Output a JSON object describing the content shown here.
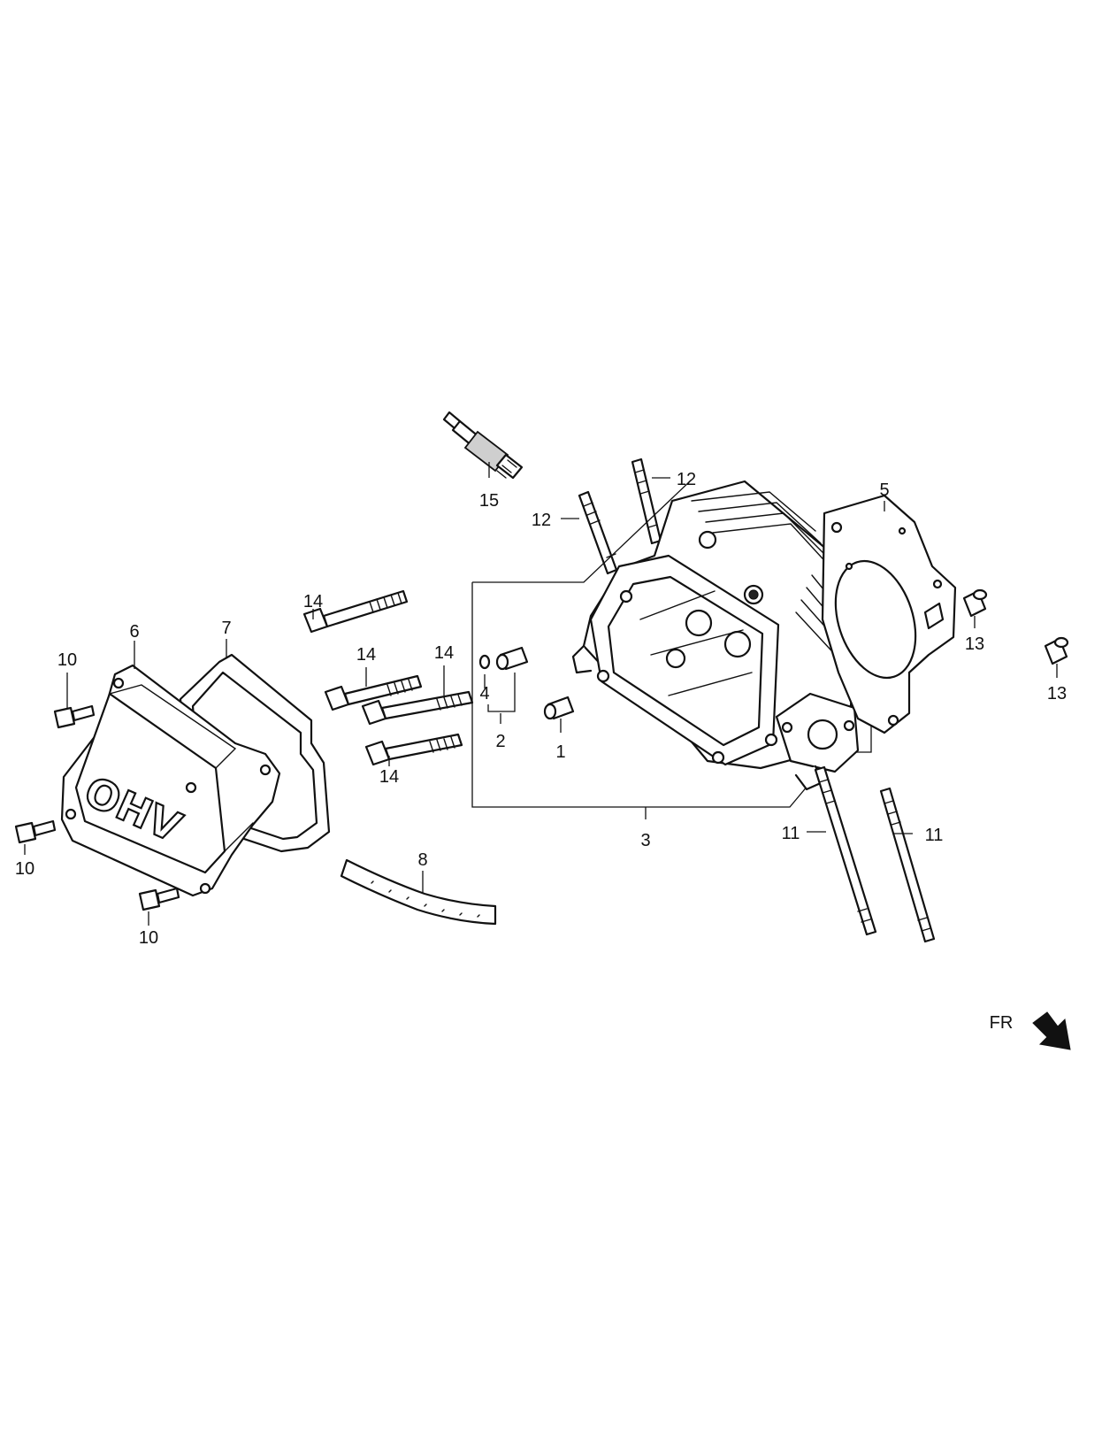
{
  "diagram": {
    "labels": {
      "item1": "1",
      "item2": "2",
      "item3": "3",
      "item4": "4",
      "item5": "5",
      "item6": "6",
      "item7": "7",
      "item8": "8",
      "item10": "10",
      "item11": "11",
      "item12": "12",
      "item13": "13",
      "item14": "14",
      "item15": "15"
    },
    "cover_emboss": "OHV",
    "direction": "FR"
  }
}
